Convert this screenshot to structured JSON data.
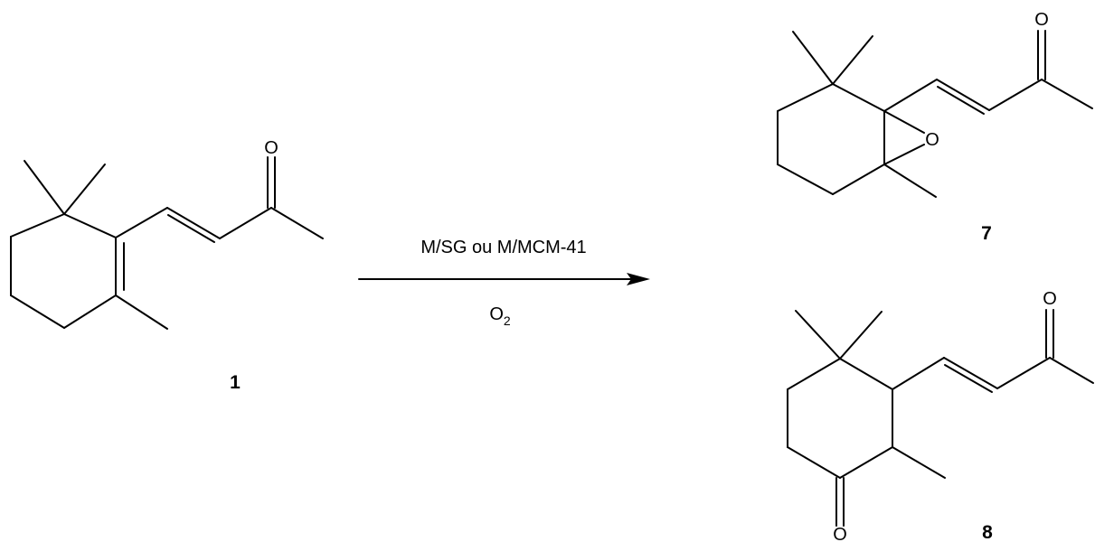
{
  "scheme": {
    "reaction": {
      "conditions_above": "M/SG ou M/MCM-41",
      "reagent": "O",
      "reagent_subscript": "2"
    },
    "compounds": [
      {
        "id": "1",
        "label": "1"
      },
      {
        "id": "7",
        "label": "7"
      },
      {
        "id": "8",
        "label": "8"
      }
    ],
    "atoms": {
      "oxygen": "O"
    },
    "colors": {
      "ink": "#000000",
      "background": "#ffffff"
    }
  }
}
